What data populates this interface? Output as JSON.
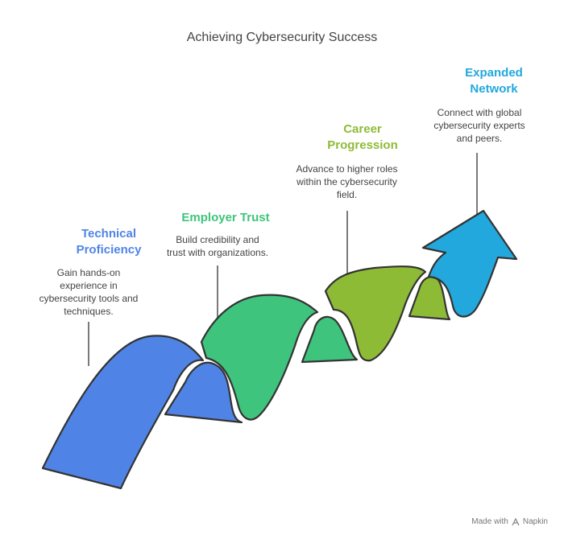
{
  "title": "Achieving Cybersecurity Success",
  "steps": [
    {
      "title_lines": [
        "Technical",
        "Proficiency"
      ],
      "desc_lines": [
        "Gain hands-on",
        "experience in",
        "cybersecurity tools and",
        "techniques."
      ],
      "color": "#4f84e6"
    },
    {
      "title_lines": [
        "Employer Trust"
      ],
      "desc_lines": [
        "Build credibility and",
        "trust with organizations."
      ],
      "color": "#3ec47c"
    },
    {
      "title_lines": [
        "Career",
        "Progression"
      ],
      "desc_lines": [
        "Advance to higher roles",
        "within the cybersecurity",
        "field."
      ],
      "color": "#8ebb36"
    },
    {
      "title_lines": [
        "Expanded",
        "Network"
      ],
      "desc_lines": [
        "Connect with global",
        "cybersecurity experts",
        "and peers."
      ],
      "color": "#22a8dc"
    }
  ],
  "footer": {
    "label": "Made with",
    "brand": "Napkin",
    "brand_icon": "napkin-logo-icon"
  }
}
